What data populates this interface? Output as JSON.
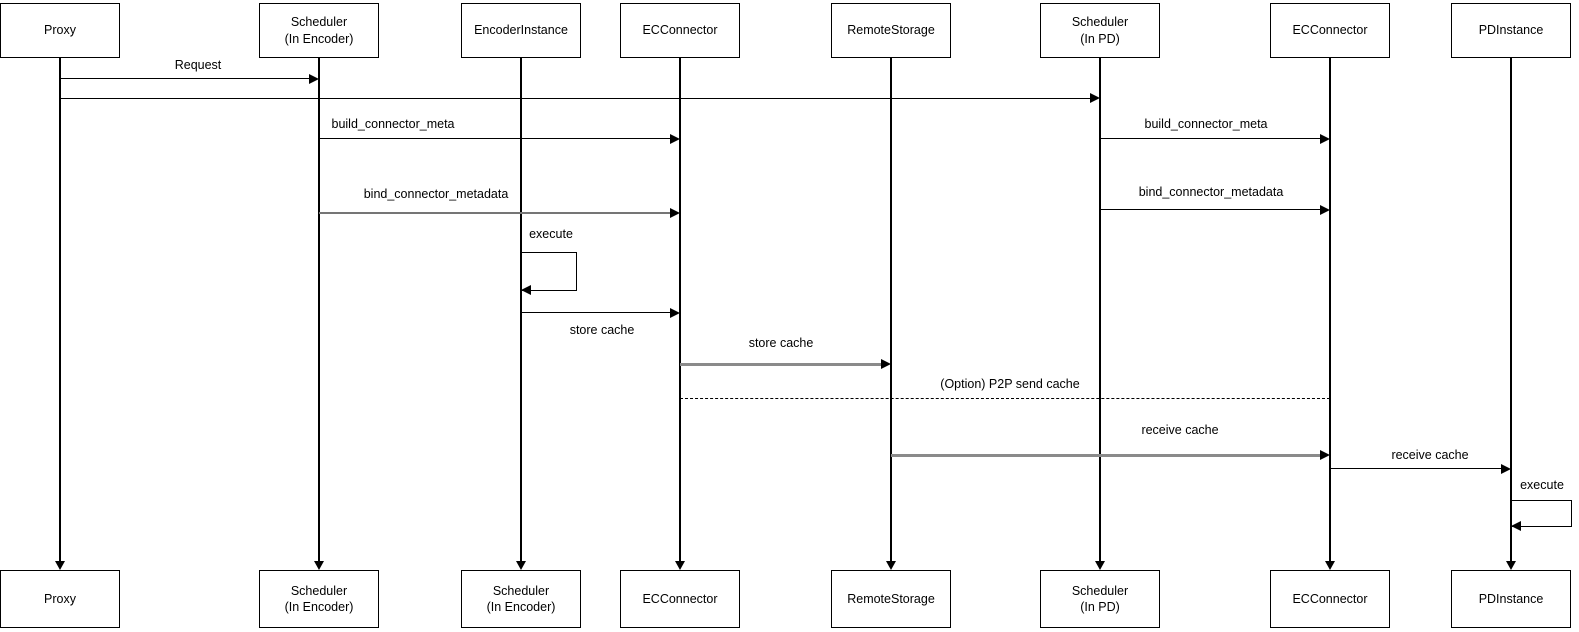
{
  "diagram": {
    "type": "sequence-diagram",
    "colors": {
      "line": "#000000",
      "gray_arrow": "#8a8a8a",
      "box_border": "#000000",
      "box_fill": "#ffffff",
      "text": "#000000"
    }
  },
  "participants_top": [
    {
      "lines": [
        "Proxy"
      ]
    },
    {
      "lines": [
        "Scheduler",
        "(In Encoder)"
      ]
    },
    {
      "lines": [
        "EncoderInstance"
      ]
    },
    {
      "lines": [
        "ECConnector"
      ]
    },
    {
      "lines": [
        "RemoteStorage"
      ]
    },
    {
      "lines": [
        "Scheduler",
        "(In PD)"
      ]
    },
    {
      "lines": [
        "ECConnector"
      ]
    },
    {
      "lines": [
        "PDInstance"
      ]
    }
  ],
  "participants_bottom": [
    {
      "lines": [
        "Proxy"
      ]
    },
    {
      "lines": [
        "Scheduler",
        "(In Encoder)"
      ]
    },
    {
      "lines": [
        "Scheduler",
        "(In Encoder)"
      ]
    },
    {
      "lines": [
        "ECConnector"
      ]
    },
    {
      "lines": [
        "RemoteStorage"
      ]
    },
    {
      "lines": [
        "Scheduler",
        "(In PD)"
      ]
    },
    {
      "lines": [
        "ECConnector"
      ]
    },
    {
      "lines": [
        "PDInstance"
      ]
    }
  ],
  "messages": {
    "request": "Request",
    "build_connector_meta_left": "build_connector_meta",
    "build_connector_meta_right": "build_connector_meta",
    "bind_connector_metadata_left": "bind_connector_metadata",
    "bind_connector_metadata_right": "bind_connector_metadata",
    "execute_encoder": "execute",
    "store_cache_encoder": "store cache",
    "store_cache_remote": "store cache",
    "p2p_send_cache": "(Option) P2P send cache",
    "receive_cache_ec": "receive cache",
    "receive_cache_pd": "receive cache",
    "execute_pd": "execute"
  }
}
